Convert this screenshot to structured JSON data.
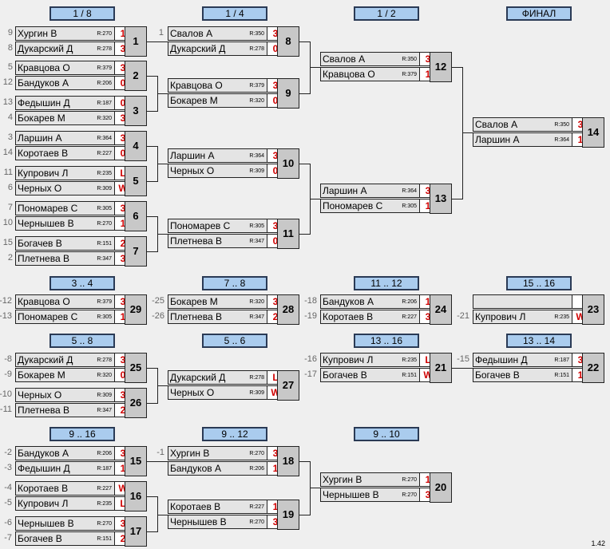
{
  "headers": {
    "r1": "1 / 8",
    "r2": "1 / 4",
    "r3": "1 / 2",
    "r4": "ФИНАЛ",
    "p34": "3 .. 4",
    "p78": "7 .. 8",
    "p1112": "11 .. 12",
    "p1516": "15 .. 16",
    "p58": "5 .. 8",
    "p56": "5 .. 6",
    "p1316": "13 .. 16",
    "p1314": "13 .. 14",
    "p916": "9 .. 16",
    "p912": "9 .. 12",
    "p910": "9 .. 10"
  },
  "matches": {
    "m1": {
      "num": "1",
      "p1": {
        "name": "Хургин В",
        "rating": "R:270",
        "score": "1"
      },
      "p2": {
        "name": "Дукарский Д",
        "rating": "R:278",
        "score": "3"
      }
    },
    "m2": {
      "num": "2",
      "p1": {
        "name": "Кравцова О",
        "rating": "R:379",
        "score": "3"
      },
      "p2": {
        "name": "Бандуков А",
        "rating": "R:206",
        "score": "0"
      }
    },
    "m3": {
      "num": "3",
      "p1": {
        "name": "Федышин Д",
        "rating": "R:187",
        "score": "0"
      },
      "p2": {
        "name": "Бокарев М",
        "rating": "R:320",
        "score": "3"
      }
    },
    "m4": {
      "num": "4",
      "p1": {
        "name": "Ларшин А",
        "rating": "R:364",
        "score": "3"
      },
      "p2": {
        "name": "Коротаев В",
        "rating": "R:227",
        "score": "0"
      }
    },
    "m5": {
      "num": "5",
      "p1": {
        "name": "Купрович Л",
        "rating": "R:235",
        "score": "L"
      },
      "p2": {
        "name": "Черных О",
        "rating": "R:309",
        "score": "W"
      }
    },
    "m6": {
      "num": "6",
      "p1": {
        "name": "Пономарев С",
        "rating": "R:305",
        "score": "3"
      },
      "p2": {
        "name": "Чернышев В",
        "rating": "R:270",
        "score": "1"
      }
    },
    "m7": {
      "num": "7",
      "p1": {
        "name": "Богачев В",
        "rating": "R:151",
        "score": "2"
      },
      "p2": {
        "name": "Плетнева В",
        "rating": "R:347",
        "score": "3"
      }
    },
    "m8": {
      "num": "8",
      "p1": {
        "name": "Свалов А",
        "rating": "R:350",
        "score": "3"
      },
      "p2": {
        "name": "Дукарский Д",
        "rating": "R:278",
        "score": "0"
      }
    },
    "m9": {
      "num": "9",
      "p1": {
        "name": "Кравцова О",
        "rating": "R:379",
        "score": "3"
      },
      "p2": {
        "name": "Бокарев М",
        "rating": "R:320",
        "score": "0"
      }
    },
    "m10": {
      "num": "10",
      "p1": {
        "name": "Ларшин А",
        "rating": "R:364",
        "score": "3"
      },
      "p2": {
        "name": "Черных О",
        "rating": "R:309",
        "score": "0"
      }
    },
    "m11": {
      "num": "11",
      "p1": {
        "name": "Пономарев С",
        "rating": "R:305",
        "score": "3"
      },
      "p2": {
        "name": "Плетнева В",
        "rating": "R:347",
        "score": "0"
      }
    },
    "m12": {
      "num": "12",
      "p1": {
        "name": "Свалов А",
        "rating": "R:350",
        "score": "3"
      },
      "p2": {
        "name": "Кравцова О",
        "rating": "R:379",
        "score": "1"
      }
    },
    "m13": {
      "num": "13",
      "p1": {
        "name": "Ларшин А",
        "rating": "R:364",
        "score": "3"
      },
      "p2": {
        "name": "Пономарев С",
        "rating": "R:305",
        "score": "1"
      }
    },
    "m14": {
      "num": "14",
      "p1": {
        "name": "Свалов А",
        "rating": "R:350",
        "score": "3"
      },
      "p2": {
        "name": "Ларшин А",
        "rating": "R:364",
        "score": "1"
      }
    },
    "m29": {
      "num": "29",
      "p1": {
        "name": "Кравцова О",
        "rating": "R:379",
        "score": "3"
      },
      "p2": {
        "name": "Пономарев С",
        "rating": "R:305",
        "score": "1"
      }
    },
    "m28": {
      "num": "28",
      "p1": {
        "name": "Бокарев М",
        "rating": "R:320",
        "score": "3"
      },
      "p2": {
        "name": "Плетнева В",
        "rating": "R:347",
        "score": "2"
      }
    },
    "m24": {
      "num": "24",
      "p1": {
        "name": "Бандуков А",
        "rating": "R:206",
        "score": "1"
      },
      "p2": {
        "name": "Коротаев В",
        "rating": "R:227",
        "score": "3"
      }
    },
    "m23": {
      "num": "23",
      "p1": {
        "name": "",
        "rating": "",
        "score": ""
      },
      "p2": {
        "name": "Купрович Л",
        "rating": "R:235",
        "score": "W"
      }
    },
    "m25": {
      "num": "25",
      "p1": {
        "name": "Дукарский Д",
        "rating": "R:278",
        "score": "3"
      },
      "p2": {
        "name": "Бокарев М",
        "rating": "R:320",
        "score": "0"
      }
    },
    "m26": {
      "num": "26",
      "p1": {
        "name": "Черных О",
        "rating": "R:309",
        "score": "3"
      },
      "p2": {
        "name": "Плетнева В",
        "rating": "R:347",
        "score": "2"
      }
    },
    "m27": {
      "num": "27",
      "p1": {
        "name": "Дукарский Д",
        "rating": "R:278",
        "score": "L"
      },
      "p2": {
        "name": "Черных О",
        "rating": "R:309",
        "score": "W"
      }
    },
    "m21": {
      "num": "21",
      "p1": {
        "name": "Купрович Л",
        "rating": "R:235",
        "score": "L"
      },
      "p2": {
        "name": "Богачев В",
        "rating": "R:151",
        "score": "W"
      }
    },
    "m22": {
      "num": "22",
      "p1": {
        "name": "Федышин Д",
        "rating": "R:187",
        "score": "3"
      },
      "p2": {
        "name": "Богачев В",
        "rating": "R:151",
        "score": "1"
      }
    },
    "m15": {
      "num": "15",
      "p1": {
        "name": "Бандуков А",
        "rating": "R:206",
        "score": "3"
      },
      "p2": {
        "name": "Федышин Д",
        "rating": "R:187",
        "score": "1"
      }
    },
    "m16": {
      "num": "16",
      "p1": {
        "name": "Коротаев В",
        "rating": "R:227",
        "score": "W"
      },
      "p2": {
        "name": "Купрович Л",
        "rating": "R:235",
        "score": "L"
      }
    },
    "m17": {
      "num": "17",
      "p1": {
        "name": "Чернышев В",
        "rating": "R:270",
        "score": "3"
      },
      "p2": {
        "name": "Богачев В",
        "rating": "R:151",
        "score": "2"
      }
    },
    "m18": {
      "num": "18",
      "p1": {
        "name": "Хургин В",
        "rating": "R:270",
        "score": "3"
      },
      "p2": {
        "name": "Бандуков А",
        "rating": "R:206",
        "score": "1"
      }
    },
    "m19": {
      "num": "19",
      "p1": {
        "name": "Коротаев В",
        "rating": "R:227",
        "score": "1"
      },
      "p2": {
        "name": "Чернышев В",
        "rating": "R:270",
        "score": "3"
      }
    },
    "m20": {
      "num": "20",
      "p1": {
        "name": "Хургин В",
        "rating": "R:270",
        "score": "1"
      },
      "p2": {
        "name": "Чернышев В",
        "rating": "R:270",
        "score": "3"
      }
    }
  },
  "seeds": {
    "s1a": "9",
    "s1b": "8",
    "s2a": "5",
    "s2b": "12",
    "s3a": "13",
    "s3b": "4",
    "s4a": "3",
    "s4b": "14",
    "s5a": "11",
    "s5b": "6",
    "s6a": "7",
    "s6b": "10",
    "s7a": "15",
    "s7b": "2",
    "s8a": "1",
    "s29a": "-12",
    "s29b": "-13",
    "s28a": "-25",
    "s28b": "-26",
    "s24a": "-18",
    "s24b": "-19",
    "s23b": "-21",
    "s25a": "-8",
    "s25b": "-9",
    "s26a": "-10",
    "s26b": "-11",
    "s21a": "-16",
    "s21b": "-17",
    "s22a": "-15",
    "s15a": "-2",
    "s15b": "-3",
    "s16a": "-4",
    "s16b": "-5",
    "s17a": "-6",
    "s17b": "-7",
    "s18a": "-1"
  },
  "version": "1.42"
}
